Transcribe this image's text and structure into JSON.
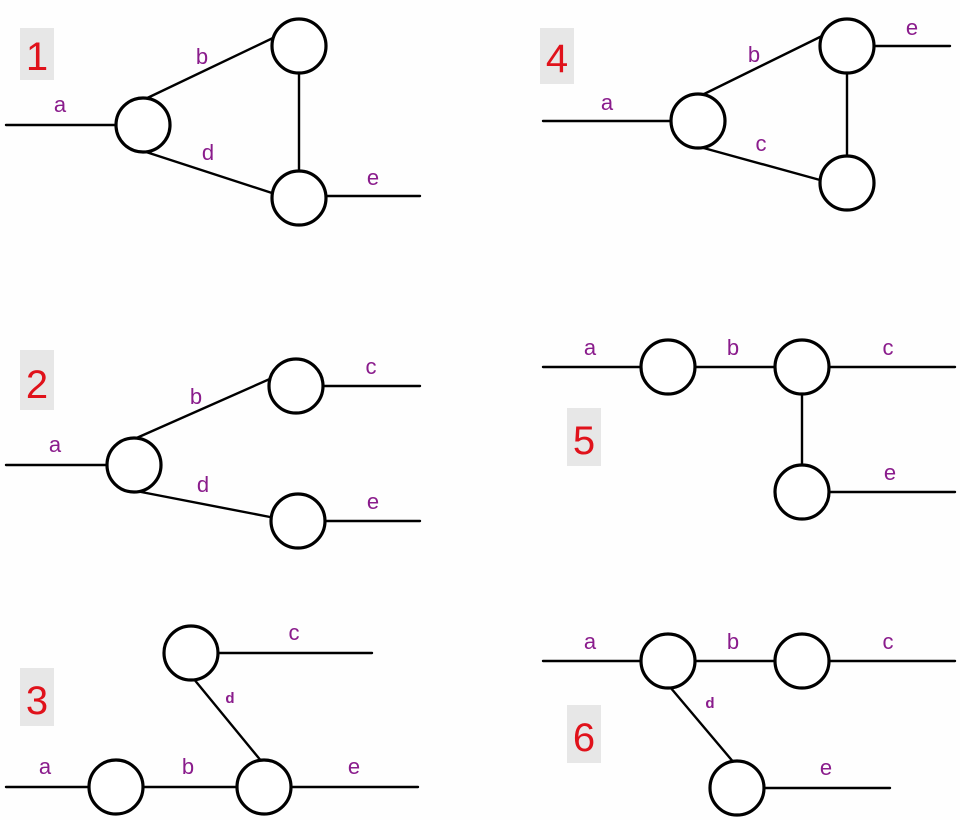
{
  "colors": {
    "number": "#e0121b",
    "number_bg": "#e7e7e7",
    "edge_label": "#8a1c8c",
    "line": "#000000",
    "background": "#fefefe"
  },
  "diagrams": [
    {
      "number": "1",
      "labels": [
        "a",
        "b",
        "d",
        "e"
      ]
    },
    {
      "number": "2",
      "labels": [
        "a",
        "b",
        "d",
        "c",
        "e"
      ]
    },
    {
      "number": "3",
      "labels": [
        "c",
        "d",
        "a",
        "b",
        "e"
      ]
    },
    {
      "number": "4",
      "labels": [
        "e",
        "b",
        "a",
        "c"
      ]
    },
    {
      "number": "5",
      "labels": [
        "a",
        "b",
        "c",
        "e"
      ]
    },
    {
      "number": "6",
      "labels": [
        "a",
        "b",
        "c",
        "d",
        "e"
      ]
    }
  ]
}
